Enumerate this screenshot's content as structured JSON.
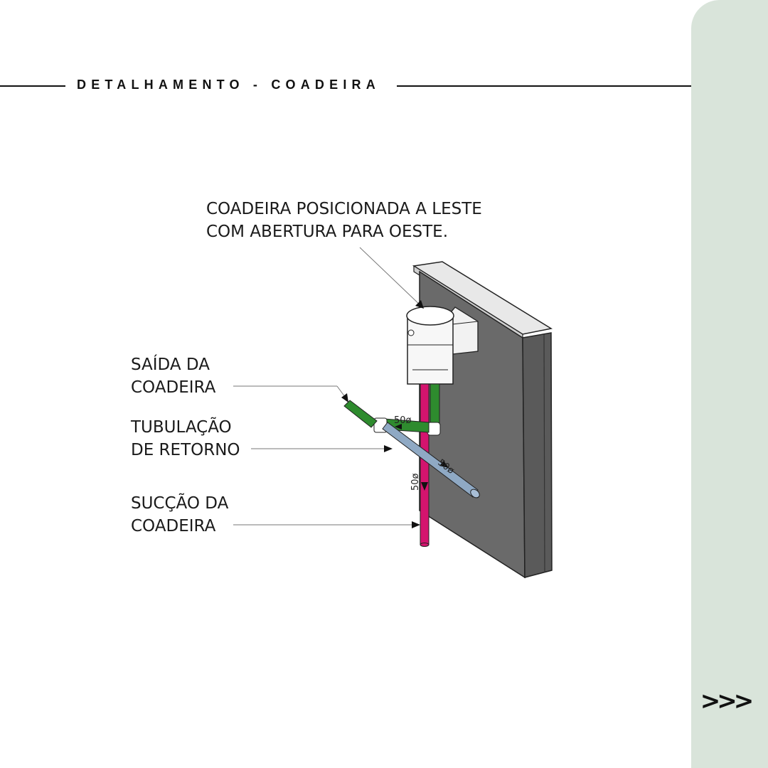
{
  "header": {
    "title": "DETALHAMENTO - COADEIRA"
  },
  "callouts": {
    "top_line1": "COADEIRA POSICIONADA A LESTE",
    "top_line2": "COM ABERTURA PARA OESTE.",
    "saida_line1": "SAÍDA DA",
    "saida_line2": "COADEIRA",
    "retorno_line1": "TUBULAÇÃO",
    "retorno_line2": "DE RETORNO",
    "succao_line1": "SUCÇÃO DA",
    "succao_line2": "COADEIRA"
  },
  "dimensions": {
    "green_pipe": "50ø",
    "blue_pipe": "50ø",
    "pink_pipe": "50ø"
  },
  "nav": {
    "next_label": ">>>"
  },
  "colors": {
    "panel": "#d9e4da",
    "wall": "#6a6a6a",
    "suction_pipe": "#d4146e",
    "outlet_pipe": "#2e8b2e",
    "return_pipe": "#8fa9c4"
  }
}
